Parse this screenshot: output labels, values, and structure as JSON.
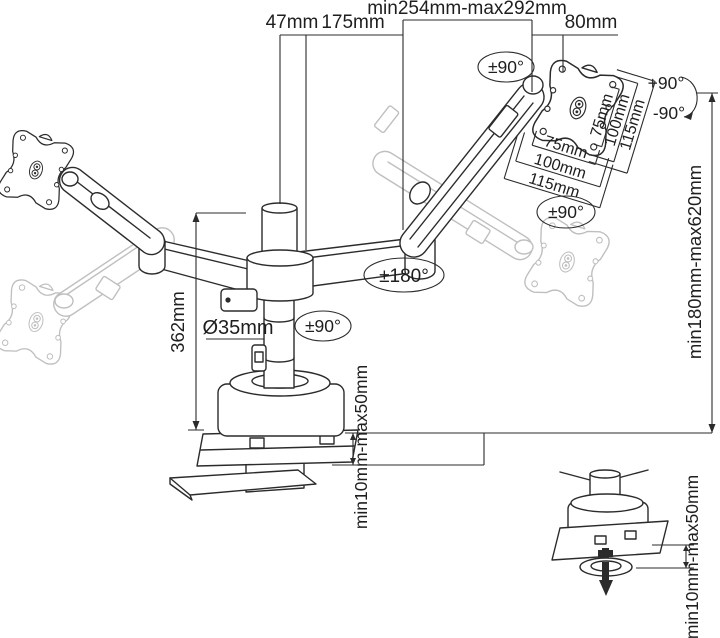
{
  "diagram": {
    "type": "technical-dimension-drawing",
    "subject": "dual monitor desk mount arm with clamp and grommet detail",
    "colors": {
      "line": "#2b2b2b",
      "ghost": "#bfbfbf",
      "background": "#ffffff"
    }
  },
  "dims": {
    "offset_47": "47mm",
    "arm_175": "175mm",
    "reach_range": "min254mm-max292mm",
    "head_80": "80mm",
    "pole_height": "362mm",
    "pole_diameter": "Ø35mm",
    "height_range": "min180mm-max620mm",
    "clamp_range": "min10mm-max50mm",
    "grommet_range": "min10mm-max50mm",
    "vesa_v": [
      "75mm",
      "100mm",
      "115mm"
    ],
    "vesa_h": [
      "75mm",
      "100mm",
      "115mm"
    ]
  },
  "angles": {
    "head_swivel": "±90°",
    "tilt_up": "+90°",
    "tilt_down": "-90°",
    "rotation": "±90°",
    "elbow": "±180°",
    "pole": "±90°"
  }
}
